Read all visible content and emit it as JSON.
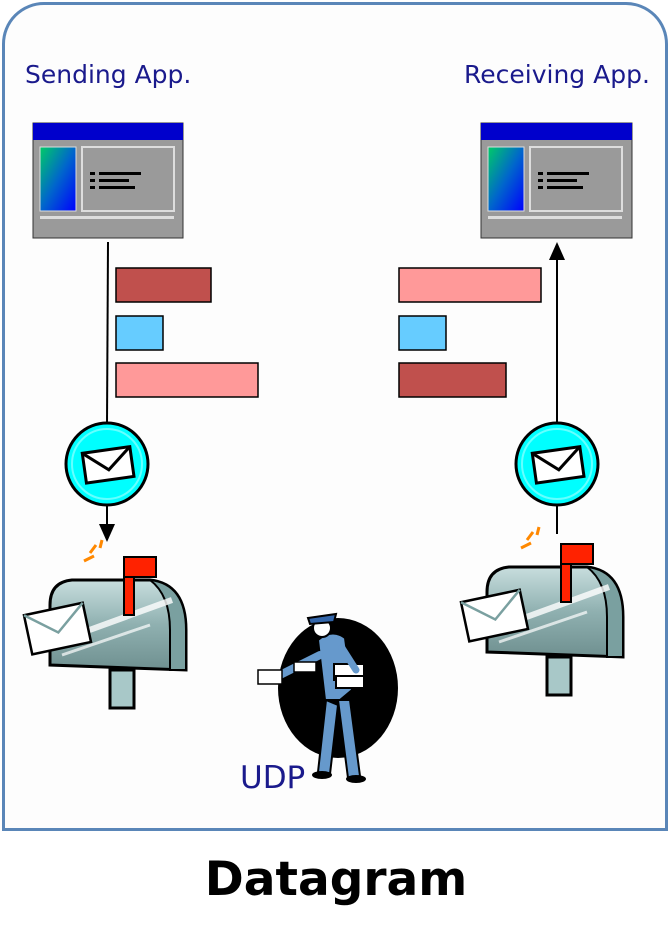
{
  "labels": {
    "sending_app": "Sending App.",
    "receiving_app": "Receiving App.",
    "protocol": "UDP",
    "caption": "Datagram"
  },
  "colors": {
    "frame": "#5a86b8",
    "label_text": "#1a1a8c",
    "packet_dark_red": "#c0504d",
    "packet_blue": "#66ccff",
    "packet_pink": "#ff9999",
    "envelope_circle": "#00ffff",
    "window_titlebar": "#0000cc",
    "window_body": "#999999"
  },
  "icons": [
    "application-window-icon",
    "envelope-icon",
    "mailbox-icon",
    "mail-carrier-icon"
  ]
}
